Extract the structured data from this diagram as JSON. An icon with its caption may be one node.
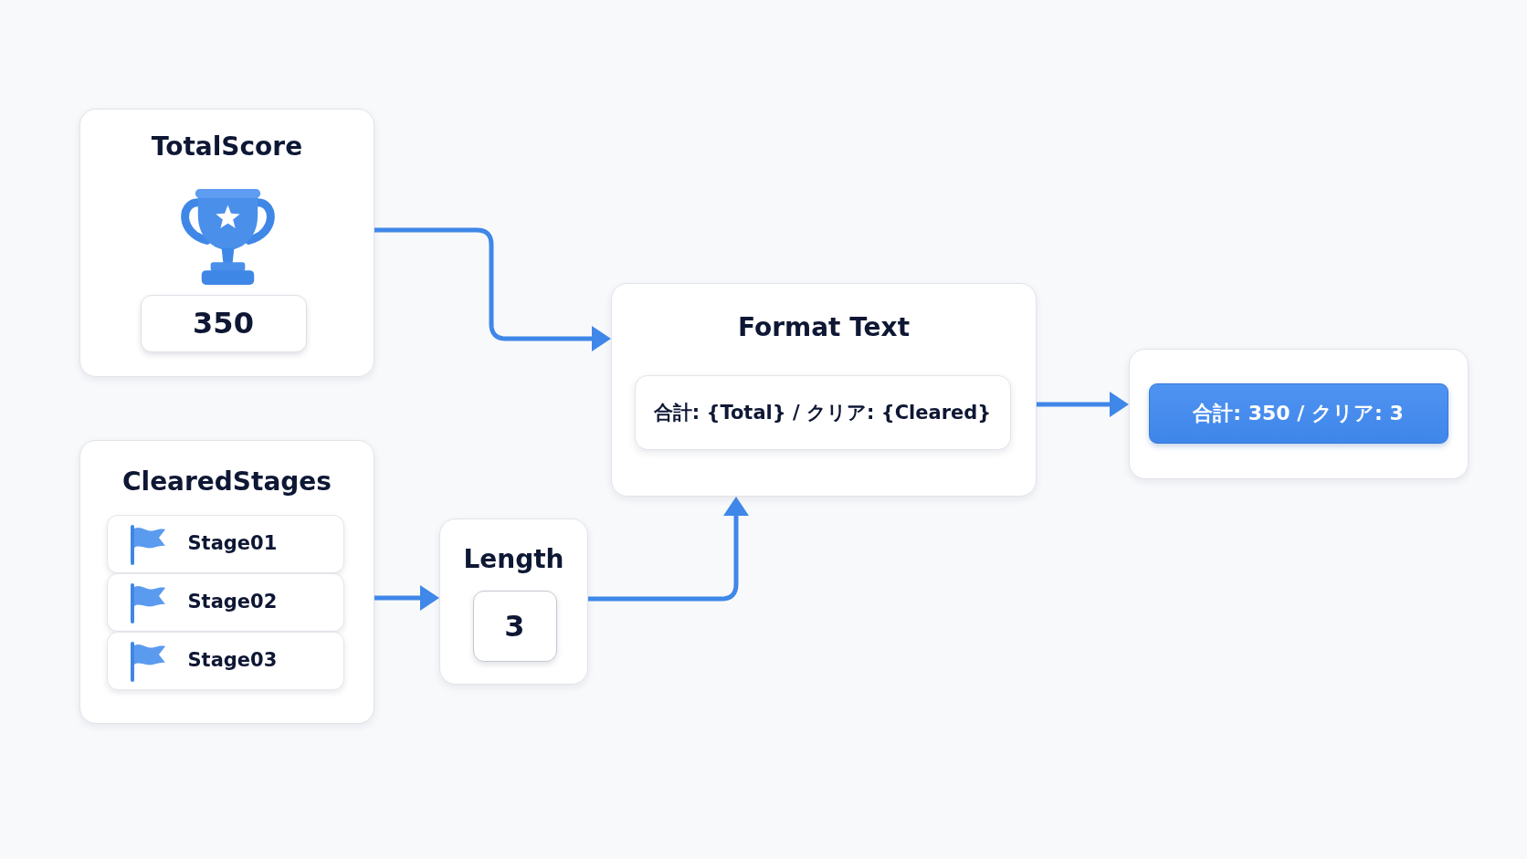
{
  "diagram": {
    "nodes": [
      {
        "text": [
          "TotalScore"
        ]
      },
      {
        "text": [
          "350"
        ],
        "in": 0
      },
      {
        "text": [
          "ClearedStages"
        ]
      },
      {
        "text": [
          "Stage01"
        ],
        "in": 2
      },
      {
        "text": [
          "Stage02"
        ],
        "in": 2
      },
      {
        "text": [
          "Stage03"
        ],
        "in": 2
      },
      {
        "text": [
          "Length"
        ]
      },
      {
        "text": [
          "3"
        ],
        "in": 6
      },
      {
        "text": [
          "Format Text"
        ]
      },
      {
        "text": [
          "合計: {Total} / クリア: {Cleared}"
        ],
        "in": 8
      },
      {
        "text": [],
        "shape": "box"
      },
      {
        "text": [
          "合計: 350 / クリア: 3"
        ],
        "in": 10
      }
    ],
    "edges": [
      {
        "from": 0,
        "to": 8,
        "arrow": "to"
      },
      {
        "from": 2,
        "to": 6,
        "arrow": "to"
      },
      {
        "from": 6,
        "to": 8,
        "arrow": "to"
      },
      {
        "from": 8,
        "to": 10,
        "arrow": "to"
      }
    ]
  }
}
